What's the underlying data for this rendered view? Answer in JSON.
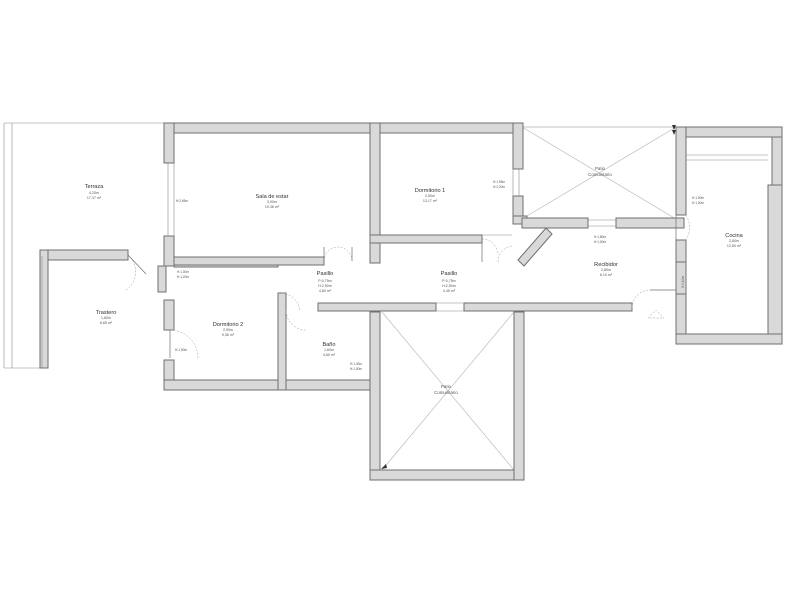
{
  "rooms": {
    "terraza": {
      "name": "Terraza",
      "dims": "4,20m",
      "area": "17,37 m²"
    },
    "sala": {
      "name": "Sala de estar",
      "dims": "3,00m",
      "area": "19,36 m²"
    },
    "dorm1": {
      "name": "Dormitorio 1",
      "dims": "2,50m",
      "area": "13,17 m²"
    },
    "patio_top": {
      "name_1": "Patio",
      "name_2": "Comunitario"
    },
    "cocina": {
      "name": "Cocina",
      "dims": "2,60m",
      "area": "12,50 m²"
    },
    "trastero": {
      "name": "Trastero",
      "dims": "1,80m",
      "area": "6,65 m²"
    },
    "dorm2": {
      "name": "Dormitorio 2",
      "dims": "2,90m",
      "area": "9,36 m²"
    },
    "pasillo1": {
      "name": "Pasillo",
      "dims_1": "P:0,75m",
      "dims_2": "H:2,50m",
      "area": "4,80 m²"
    },
    "pasillo2": {
      "name": "Pasillo",
      "dims_1": "P:0,75m",
      "dims_2": "H:2,50m",
      "area": "4,45 m²"
    },
    "recibidor": {
      "name": "Recibidor",
      "dims": "2,80m",
      "area": "6,10 m²"
    },
    "bano": {
      "name": "Baño",
      "dims": "1,60m",
      "area": "4,60 m²"
    },
    "patio_bottom": {
      "name_1": "Patio",
      "name_2": "Comunitario"
    }
  },
  "dims": {
    "sala_side": "H:2,65m",
    "dorm1_side_1": "H:1,95m",
    "dorm1_side_2": "H:2,20m",
    "cocina_side_1": "H:1,90m",
    "cocina_side_2": "H:1,00m",
    "dorm2_side_1": "H:1,00m",
    "dorm2_side_2": "H:1,20m",
    "dorm2_low": "H:1,90m",
    "recib_side_1": "H:1,80m",
    "recib_side_2": "H:1,00m",
    "entry_side": "H:2,10m",
    "bano_side_1": "H:1,40m",
    "bano_side_2": "H:1,00m"
  }
}
